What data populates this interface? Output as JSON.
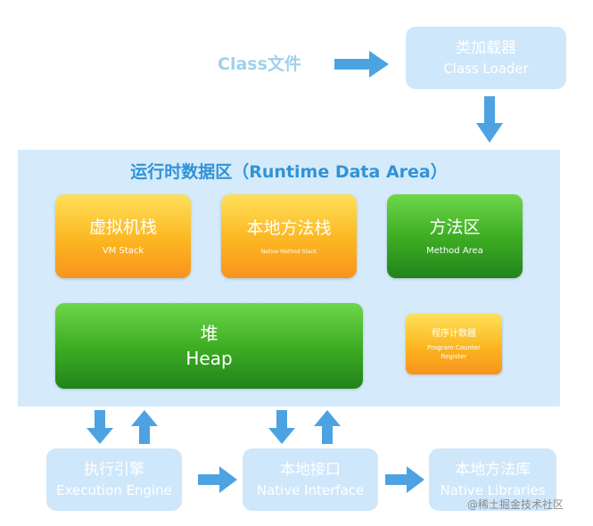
{
  "class_file": {
    "label": "Class文件"
  },
  "class_loader": {
    "cn": "类加载器",
    "en": "Class Loader"
  },
  "runtime_data_area": {
    "title": "运行时数据区（Runtime Data Area）"
  },
  "vm_stack": {
    "cn": "虚拟机栈",
    "en": "VM Stack"
  },
  "native_method_stack": {
    "cn": "本地方法栈",
    "en": "Native Method Stack"
  },
  "method_area": {
    "cn": "方法区",
    "en": "Method Area"
  },
  "heap": {
    "cn": "堆",
    "en": "Heap"
  },
  "pc_register": {
    "cn": "程序计数器",
    "en": "Program Counter Register"
  },
  "execution_engine": {
    "cn": "执行引擎",
    "en": "Execution Engine"
  },
  "native_interface": {
    "cn": "本地接口",
    "en": "Native Interface"
  },
  "native_libraries": {
    "cn": "本地方法库",
    "en": "Native Libraries"
  },
  "watermark": {
    "text": "@稀土掘金技术社区"
  },
  "colors": {
    "arrow": "#4da3e2",
    "title_blue": "#2f93d6",
    "pale_box": "#cfe7fb",
    "runtime_area": "#d5ebfb",
    "orange_top": "#fee05a",
    "orange_bottom": "#f8931d",
    "green_top": "#6ed64a",
    "green_bottom": "#21841a"
  }
}
